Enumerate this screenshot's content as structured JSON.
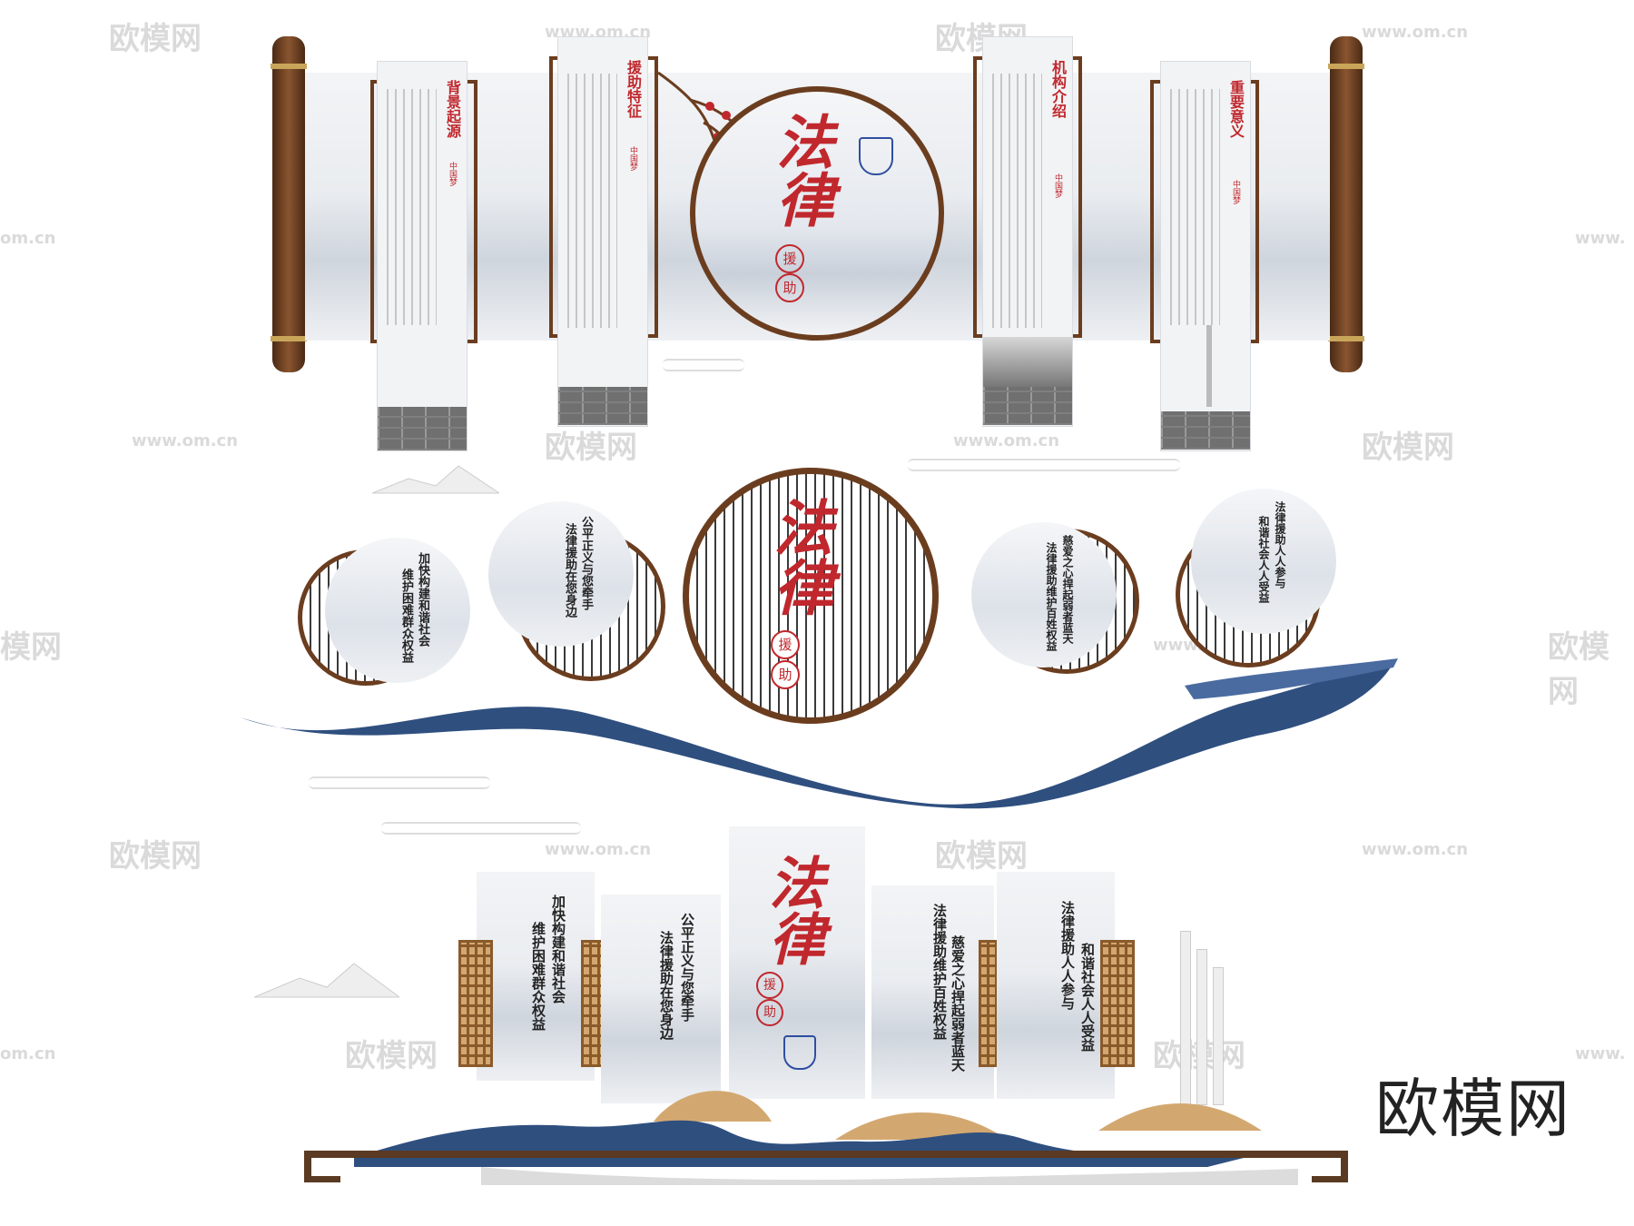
{
  "watermarks": {
    "brand": "欧模网",
    "url": "www.om.cn",
    "url_partial": "om.cn",
    "brand_partial": "模网",
    "url_prefix": "www."
  },
  "corner_logo": "欧模网",
  "main_title": "法律",
  "main_subtitle_1": "援",
  "main_subtitle_2": "助",
  "badge_text": "法律援助",
  "scroll": {
    "panels": [
      {
        "title": "背景起源"
      },
      {
        "title": "援助特征"
      },
      {
        "title": "机构介绍"
      },
      {
        "title": "重要意义"
      }
    ],
    "tag": "中国梦"
  },
  "slogans": {
    "s1_a": "加快构建和谐社会",
    "s1_b": "维护困难群众权益",
    "s2_a": "公平正义与您牵手",
    "s2_b": "法律援助在您身边",
    "s3_a": "慈爱之心捍起弱者蓝天",
    "s3_b": "法律援助维护百姓权益",
    "s4_a": "法律援助人人参与",
    "s4_b": "和谐社会人人受益"
  },
  "colors": {
    "accent_red": "#c0282d",
    "wave_blue": "#2f4f7f",
    "wood_brown": "#6b3d1f",
    "wood_light": "#d3a870"
  }
}
